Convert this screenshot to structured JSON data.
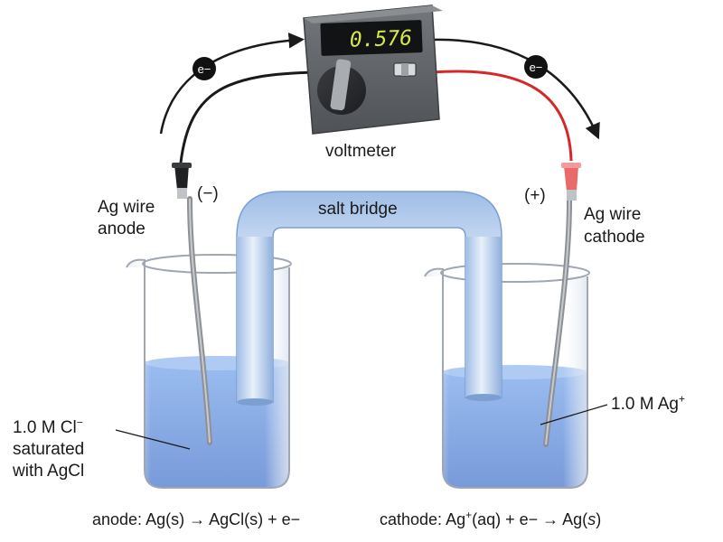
{
  "colors": {
    "solution": "#5a8fe0",
    "solution_dark": "#3f6fc8",
    "bridge": "#bcd3f0",
    "positive_wire": "#d62828",
    "negative_wire": "#1a1a1a",
    "meter_body": "#5f6266",
    "lcd_text": "#d6e84a"
  },
  "voltmeter": {
    "reading": "0.576",
    "label": "voltmeter"
  },
  "electrons": {
    "left": "e−",
    "right": "e−"
  },
  "salt_bridge": "salt bridge",
  "anode": {
    "polarity": "(−)",
    "label_line1": "Ag wire",
    "label_line2": "anode",
    "solution_line1_text": "1.0 M Cl",
    "solution_line1_sup": "−",
    "solution_line2": "saturated",
    "solution_line3": "with AgCl",
    "reaction": "anode: Ag(s) → AgCl(s) + e−"
  },
  "cathode": {
    "polarity": "(+)",
    "label_line1": "Ag wire",
    "label_line2": "cathode",
    "solution_text": "1.0 M Ag",
    "solution_sup": "+",
    "reaction_prefix": "cathode: Ag",
    "reaction_sup": "+",
    "reaction_mid": "(aq) + e− → Ag(",
    "reaction_italic": "s",
    "reaction_end": ")"
  }
}
